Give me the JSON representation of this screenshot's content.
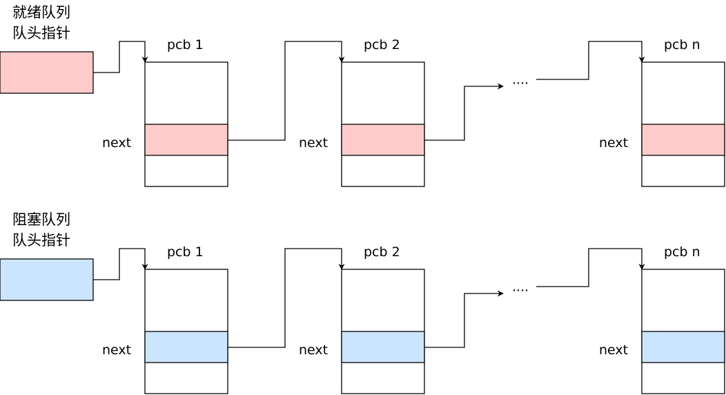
{
  "colors": {
    "ready": "#ffcccc",
    "blocked": "#cce5ff",
    "box": "#ffffff",
    "stroke": "#000000"
  },
  "queues": [
    {
      "id": "ready",
      "title_lines": [
        "就绪队列",
        "队头指针"
      ],
      "fill_key": "ready",
      "nodes": [
        {
          "title": "pcb 1",
          "field_label": "next"
        },
        {
          "title": "pcb 2",
          "field_label": "next"
        },
        {
          "title": "pcb n",
          "field_label": "next"
        }
      ],
      "ellipsis": "····"
    },
    {
      "id": "blocked",
      "title_lines": [
        "阻塞队列",
        "队头指针"
      ],
      "fill_key": "blocked",
      "nodes": [
        {
          "title": "pcb 1",
          "field_label": "next"
        },
        {
          "title": "pcb 2",
          "field_label": "next"
        },
        {
          "title": "pcb n",
          "field_label": "next"
        }
      ],
      "ellipsis": "····"
    }
  ]
}
